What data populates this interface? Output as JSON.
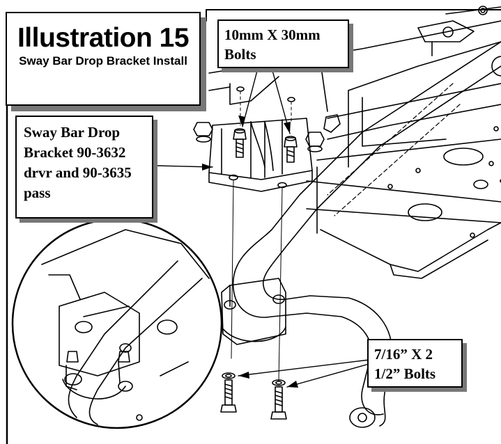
{
  "illustration": {
    "title": "Illustration 15",
    "subtitle": "Sway Bar Drop Bracket Install"
  },
  "callouts": {
    "bolts_10mm": "10mm X 30mm Bolts",
    "bracket": "Sway Bar Drop Bracket 90-3632 drvr and 90-3635 pass",
    "bolts_716": "7/16” X 2 1/2” Bolts"
  },
  "colors": {
    "line": "#000000",
    "shadow": "#777777",
    "background": "#ffffff"
  }
}
